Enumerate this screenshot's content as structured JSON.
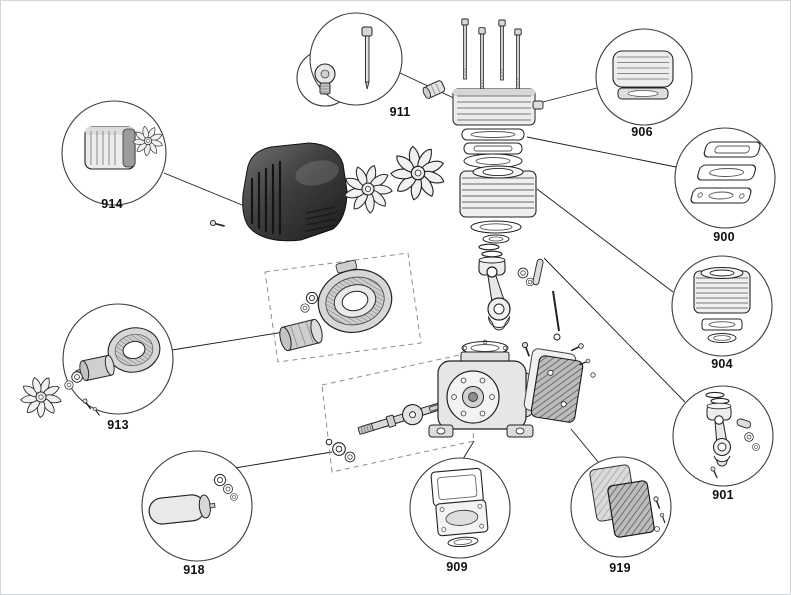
{
  "diagram": {
    "type": "exploded-parts-diagram",
    "subject": "air-compressor-pump-unit",
    "background_color": "#ffffff",
    "line_color": "#1a1a1a",
    "callouts": [
      {
        "part_number": "914",
        "depicts": "shroud-cover-and-fan"
      },
      {
        "part_number": "911",
        "depicts": "breather-plug-and-dipstick"
      },
      {
        "part_number": "906",
        "depicts": "head-cover"
      },
      {
        "part_number": "900",
        "depicts": "head-gasket-and-valve-plate-set"
      },
      {
        "part_number": "904",
        "depicts": "finned-cylinder-with-gaskets"
      },
      {
        "part_number": "901",
        "depicts": "piston-rings-and-connecting-rod-kit"
      },
      {
        "part_number": "913",
        "depicts": "motor-stator-rotor-and-fan"
      },
      {
        "part_number": "918",
        "depicts": "capacitor-with-washers"
      },
      {
        "part_number": "909",
        "depicts": "valve-plate-kit"
      },
      {
        "part_number": "919",
        "depicts": "reed-valve-plate-pair"
      }
    ]
  }
}
